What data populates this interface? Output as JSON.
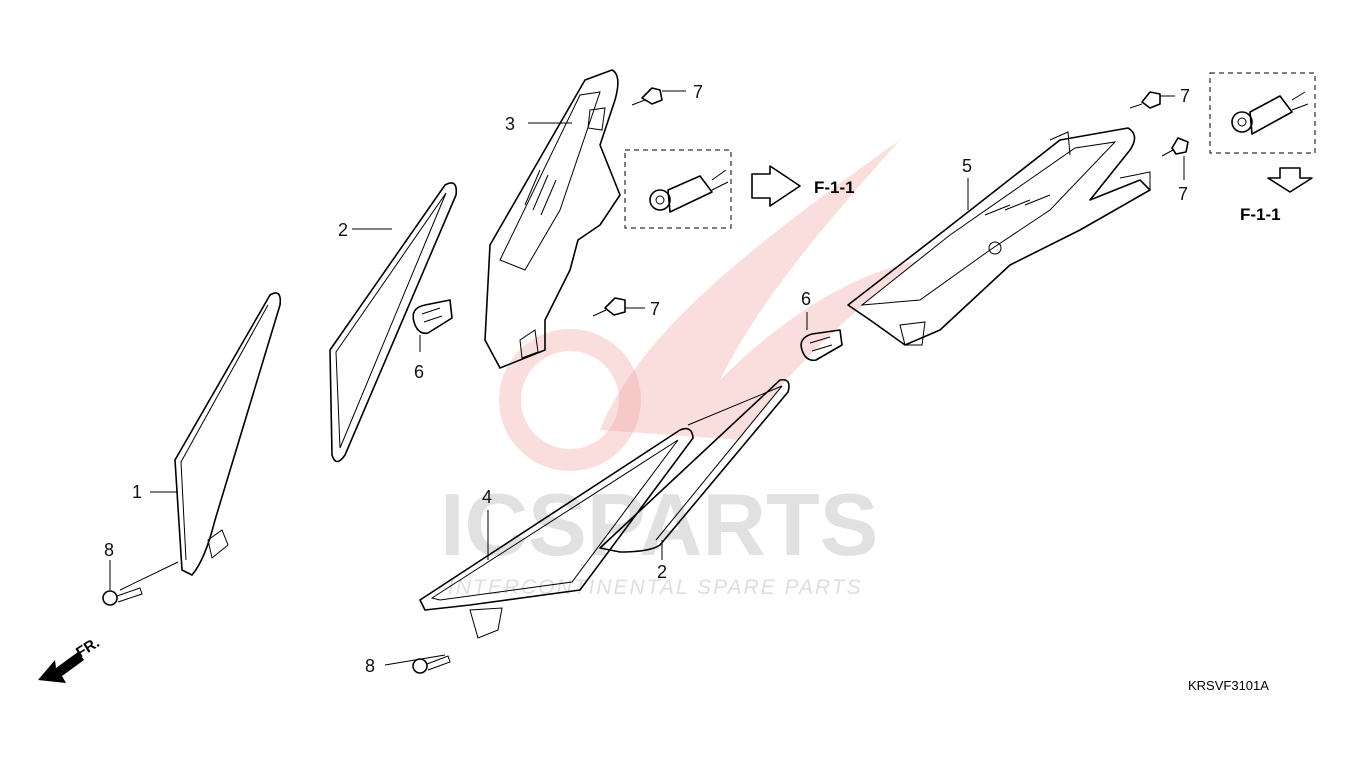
{
  "diagram": {
    "callouts": [
      {
        "id": "c1",
        "label": "1"
      },
      {
        "id": "c2a",
        "label": "2"
      },
      {
        "id": "c2b",
        "label": "2"
      },
      {
        "id": "c3",
        "label": "3"
      },
      {
        "id": "c4",
        "label": "4"
      },
      {
        "id": "c5",
        "label": "5"
      },
      {
        "id": "c6a",
        "label": "6"
      },
      {
        "id": "c6b",
        "label": "6"
      },
      {
        "id": "c7a",
        "label": "7"
      },
      {
        "id": "c7b",
        "label": "7"
      },
      {
        "id": "c7c",
        "label": "7"
      },
      {
        "id": "c7d",
        "label": "7"
      },
      {
        "id": "c8a",
        "label": "8"
      },
      {
        "id": "c8b",
        "label": "8"
      }
    ],
    "references": {
      "left": "F-1-1",
      "right": "F-1-1"
    },
    "front_marker": "FR.",
    "drawing_code": "KRSVF3101A"
  },
  "watermark": {
    "brand_main": "ICSPARTS",
    "brand_sub": "INTERCONTINENTAL SPARE PARTS",
    "accent_color": "#e63a3a"
  },
  "colors": {
    "line": "#000000",
    "background": "#ffffff"
  }
}
